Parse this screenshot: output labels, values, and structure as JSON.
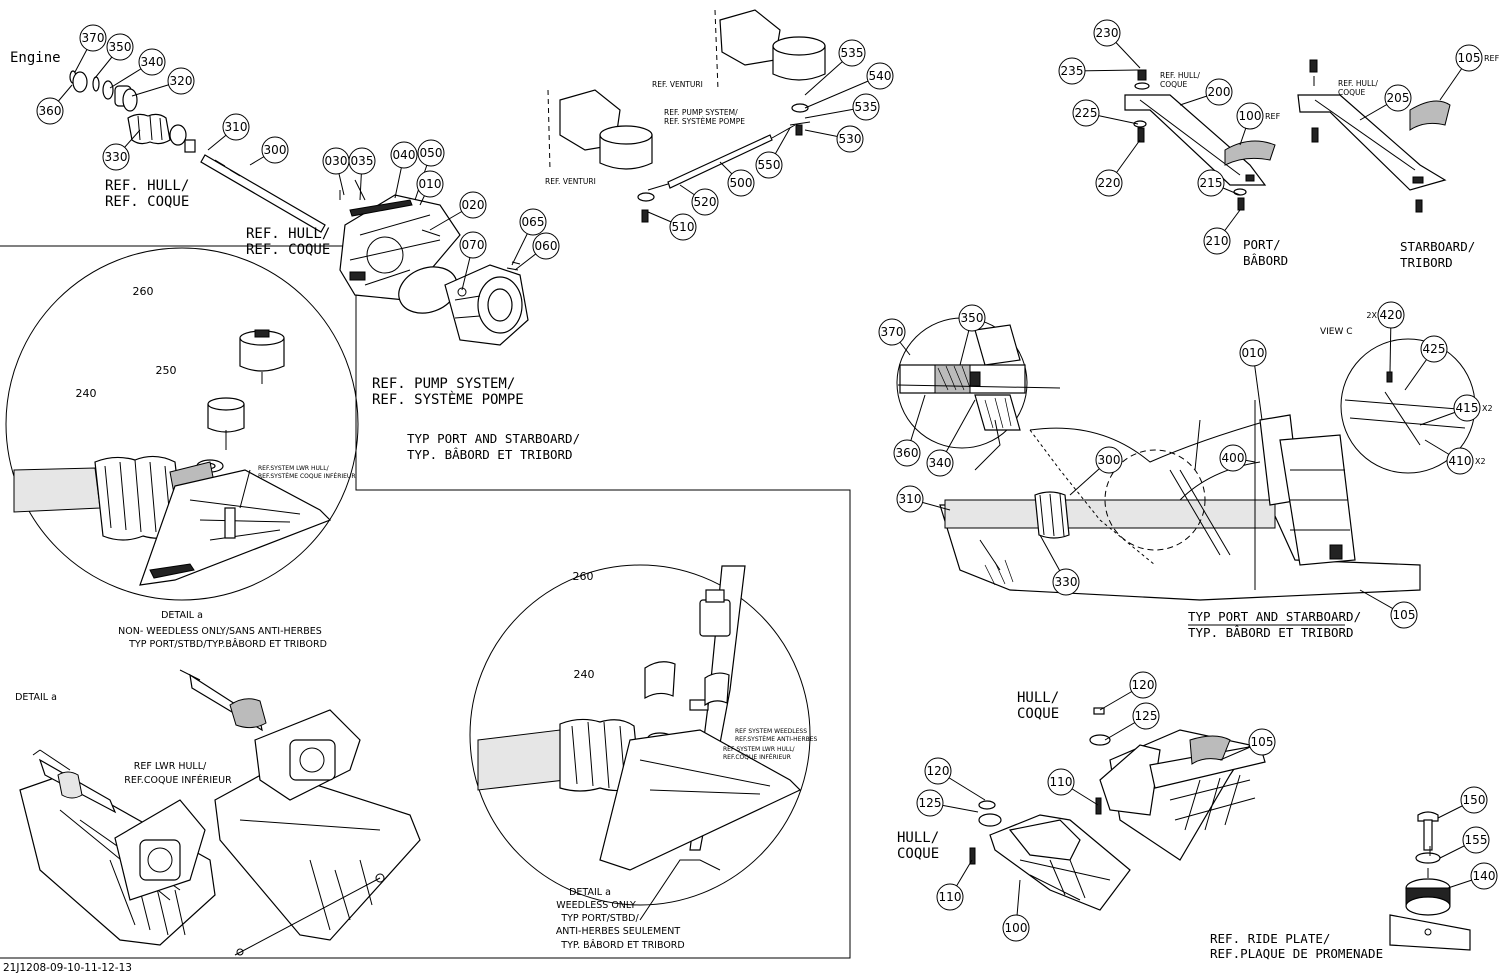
{
  "drawing_id": "21J1208-09-10-11-12-13",
  "callouts": [
    {
      "n": "370"
    },
    {
      "n": "350"
    },
    {
      "n": "340"
    },
    {
      "n": "320"
    },
    {
      "n": "360"
    },
    {
      "n": "310"
    },
    {
      "n": "300"
    },
    {
      "n": "330"
    },
    {
      "n": "030"
    },
    {
      "n": "035"
    },
    {
      "n": "040"
    },
    {
      "n": "050"
    },
    {
      "n": "010"
    },
    {
      "n": "020"
    },
    {
      "n": "070"
    },
    {
      "n": "065"
    },
    {
      "n": "060"
    },
    {
      "n": "535"
    },
    {
      "n": "540"
    },
    {
      "n": "535"
    },
    {
      "n": "530"
    },
    {
      "n": "550"
    },
    {
      "n": "500"
    },
    {
      "n": "520"
    },
    {
      "n": "510"
    },
    {
      "n": "230"
    },
    {
      "n": "235"
    },
    {
      "n": "225"
    },
    {
      "n": "200"
    },
    {
      "n": "100"
    },
    {
      "n": "220"
    },
    {
      "n": "215"
    },
    {
      "n": "210"
    },
    {
      "n": "205"
    },
    {
      "n": "105"
    },
    {
      "n": "370"
    },
    {
      "n": "350"
    },
    {
      "n": "360"
    },
    {
      "n": "340"
    },
    {
      "n": "310"
    },
    {
      "n": "300"
    },
    {
      "n": "330"
    },
    {
      "n": "010"
    },
    {
      "n": "400"
    },
    {
      "n": "420"
    },
    {
      "n": "425"
    },
    {
      "n": "415"
    },
    {
      "n": "410"
    },
    {
      "n": "105"
    },
    {
      "n": "120"
    },
    {
      "n": "125"
    },
    {
      "n": "105"
    },
    {
      "n": "110"
    },
    {
      "n": "120"
    },
    {
      "n": "125"
    },
    {
      "n": "110"
    },
    {
      "n": "100"
    },
    {
      "n": "150"
    },
    {
      "n": "155"
    },
    {
      "n": "140"
    }
  ],
  "suffixes": {
    "ref": "REF",
    "x2": "X2",
    "2x": "2X"
  },
  "plain_labels": {
    "c260a": "260",
    "c250": "250",
    "c240a": "240",
    "c260b": "260",
    "c240b": "240"
  },
  "labels": {
    "engine": "Engine",
    "ref_hull_1": "REF. HULL/",
    "ref_coque_1": "REF. COQUE",
    "ref_hull_2": "REF. HULL/",
    "ref_coque_2": "REF. COQUE",
    "ref_pump_1": "REF. PUMP SYSTEM/",
    "ref_pump_2": "REF. SYSTÈME POMPE",
    "typ_ps_1": "TYP PORT AND STARBOARD/",
    "typ_ps_2": "TYP. BÂBORD ET TRIBORD",
    "ref_venturi_1": "REF. VENTURI",
    "ref_venturi_2": "REF. VENTURI",
    "ref_pump_small_1": "REF. PUMP SYSTEM/",
    "ref_pump_small_2": "REF. SYSTÈME POMPE",
    "ref_hull_small_1a": "REF. HULL/",
    "ref_hull_small_1b": "COQUE",
    "ref_hull_small_2a": "REF. HULL/",
    "ref_hull_small_2b": "COQUE",
    "port_1": "PORT/",
    "port_2": "BÂBORD",
    "stbd_1": "STARBOARD/",
    "stbd_2": "TRIBORD",
    "view_c": "VIEW C",
    "typ_ps_r1": "TYP PORT AND STARBOARD/",
    "typ_ps_r2": "TYP. BÂBORD ET TRIBORD",
    "hull_a1": "HULL/",
    "hull_a2": "COQUE",
    "hull_b1": "HULL/",
    "hull_b2": "COQUE",
    "ride_1": "REF. RIDE PLATE/",
    "ride_2": "REF.PLAQUE DE PROMENADE",
    "detail_a1_1": "DETAIL a",
    "detail_a1_2": "NON-  WEEDLESS ONLY/SANS ANTI-HERBES",
    "detail_a1_3": "TYP PORT/STBD/TYP.BÂBORD ET TRIBORD",
    "tiny_a1": "REF.SYSTEM LWR HULL/",
    "tiny_a2": "REF.SYSTÈME COQUE INFÉRIEUR",
    "detail_a_left": "DETAIL a",
    "ref_lwr_1": "REF LWR HULL/",
    "ref_lwr_2": "REF.COQUE INFÉRIEUR",
    "tiny_b1": "REF SYSTEM WEEDLESS",
    "tiny_b2": "REF.SYSTÈME ANTI-HERBES",
    "tiny_b3": "REF SYSTEM LWR HULL/",
    "tiny_b4": "REF.COQUE INFÉRIEUR",
    "detail_b1": "DETAIL a",
    "detail_b2": "WEEDLESS ONLY",
    "detail_b3": "TYP PORT/STBD/",
    "detail_b4": "ANTI-HERBES SEULEMENT",
    "detail_b5": "TYP. BÂBORD ET TRIBORD"
  }
}
